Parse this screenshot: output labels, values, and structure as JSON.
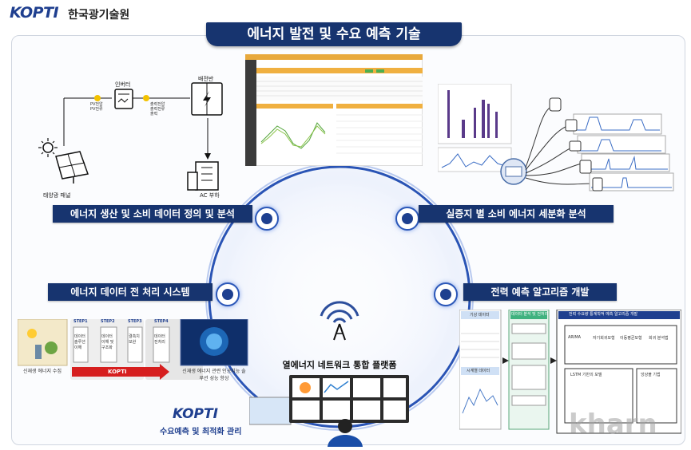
{
  "header": {
    "logo": "KOPTI",
    "org_name": "한국광기술원"
  },
  "title": "에너지 발전 및 수요 예측 기술",
  "sections": {
    "generation_label": "에너지 생산 및 소비 데이터 정의 및 분석",
    "disaggregation_label": "실증지 별 소비 에너지 세분화 분석",
    "preprocess_label": "에너지 데이터 전 처리 시스템",
    "forecast_label": "전력 예측 알고리즘 개발"
  },
  "diagram": {
    "inverter": "인버터",
    "panel": "배전반",
    "solar": "태양광 패널",
    "ac_load": "AC 부하",
    "pv_in": "PV전압\nPV전류",
    "out": "출력전압\n출력전류\n출력"
  },
  "preprocess": {
    "source_caption": "신재생 에너지 수집",
    "steps": [
      {
        "name": "STEP1",
        "text": "데이터 솔루션 이해"
      },
      {
        "name": "STEP2",
        "text": "데이터 이해 및 구조화"
      },
      {
        "name": "STEP3",
        "text": "결측치 보완"
      },
      {
        "name": "STEP4",
        "text": "데이터 전처리"
      }
    ],
    "arrow_label": "KOPTI",
    "result_caption": "신재생 에너지 관련 인공지능 솔루션 성능 향상"
  },
  "center": {
    "platform_label": "열에너지 네트워크 통합 플랫폼",
    "brand": "KOPTI",
    "bottom_label": "수요예측 및 최적화 관리"
  },
  "forecast": {
    "col1": "기상 데이터",
    "col1b": "시계열 데이터",
    "col2": "데이터 분석 및 전처리",
    "col3": "전력 수요량 통계학적 예측 알고리즘 개발",
    "models": [
      "ARIMA",
      "자기회귀모형",
      "이동평균모형",
      "회귀 분석법"
    ],
    "lstm": "LSTM 기반의 모델",
    "ensemble": "앙상블 기법"
  },
  "watermark": "kharn"
}
